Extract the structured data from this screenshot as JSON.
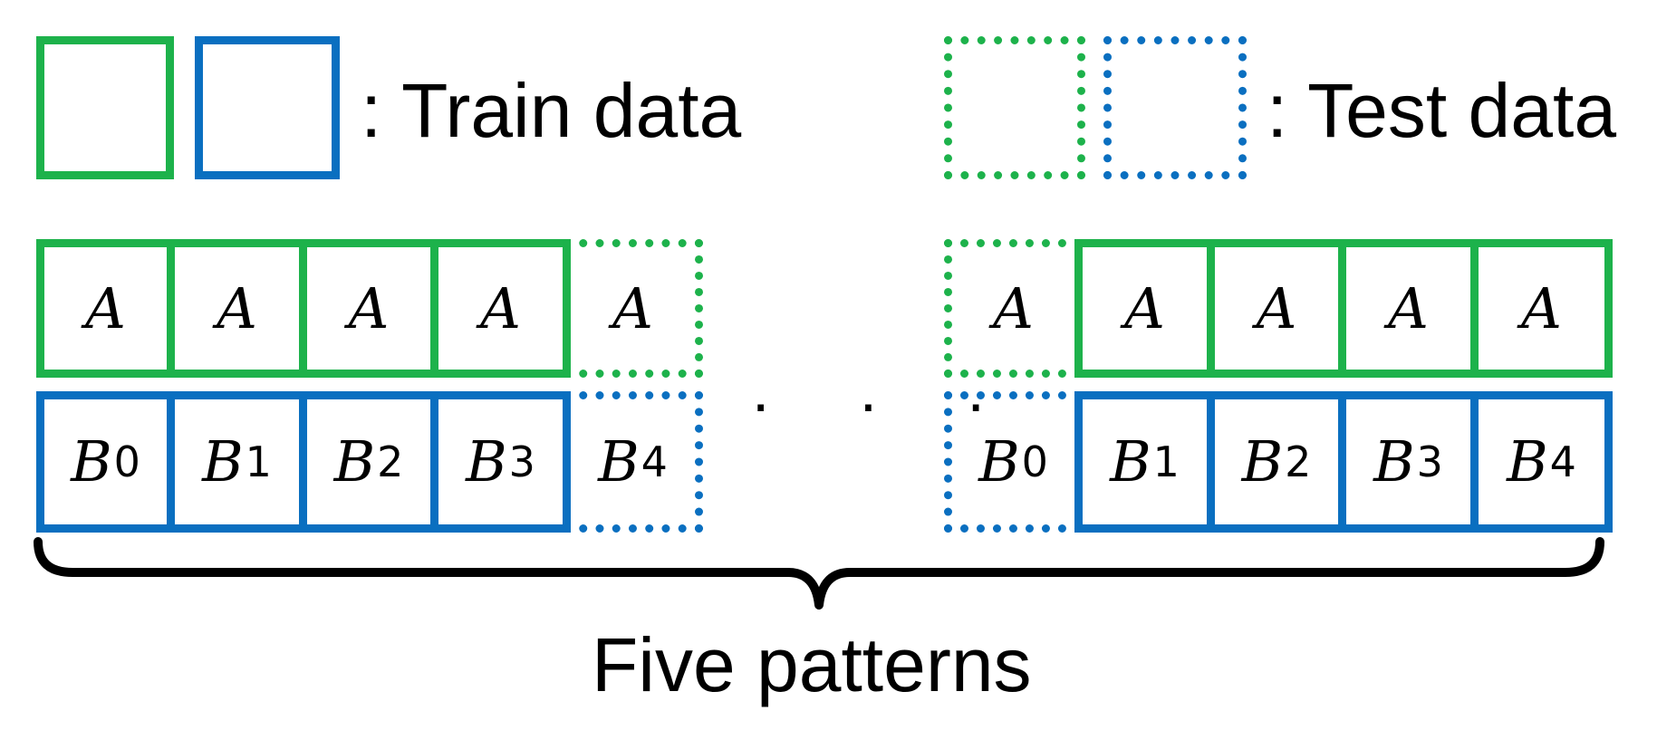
{
  "legend": {
    "train_label": ": Train data",
    "test_label": ": Test data"
  },
  "colors": {
    "group_a": "#1db24b",
    "group_b": "#0a6fc0",
    "brace": "#000000"
  },
  "patterns": {
    "first": {
      "a_cells": [
        {
          "label": "A",
          "role": "train"
        },
        {
          "label": "A",
          "role": "train"
        },
        {
          "label": "A",
          "role": "train"
        },
        {
          "label": "A",
          "role": "train"
        },
        {
          "label": "A",
          "role": "test"
        }
      ],
      "b_cells": [
        {
          "label": "B",
          "sub": "0",
          "role": "train"
        },
        {
          "label": "B",
          "sub": "1",
          "role": "train"
        },
        {
          "label": "B",
          "sub": "2",
          "role": "train"
        },
        {
          "label": "B",
          "sub": "3",
          "role": "train"
        },
        {
          "label": "B",
          "sub": "4",
          "role": "test"
        }
      ]
    },
    "last": {
      "a_cells": [
        {
          "label": "A",
          "role": "test"
        },
        {
          "label": "A",
          "role": "train"
        },
        {
          "label": "A",
          "role": "train"
        },
        {
          "label": "A",
          "role": "train"
        },
        {
          "label": "A",
          "role": "train"
        }
      ],
      "b_cells": [
        {
          "label": "B",
          "sub": "0",
          "role": "test"
        },
        {
          "label": "B",
          "sub": "1",
          "role": "train"
        },
        {
          "label": "B",
          "sub": "2",
          "role": "train"
        },
        {
          "label": "B",
          "sub": "3",
          "role": "train"
        },
        {
          "label": "B",
          "sub": "4",
          "role": "train"
        }
      ]
    },
    "ellipsis": "· · ·"
  },
  "caption": "Five patterns"
}
